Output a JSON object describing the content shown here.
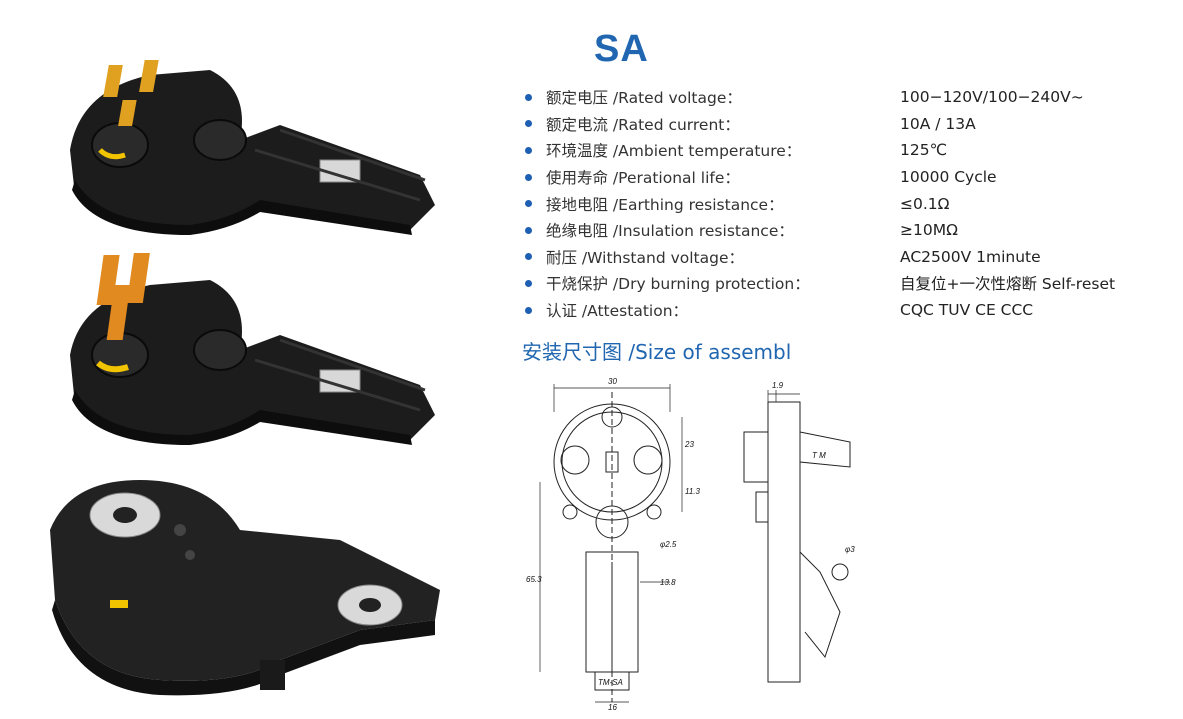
{
  "title": "SA",
  "specs": [
    {
      "label": "额定电压 /Rated voltage：",
      "value": "100−120V/100−240V~"
    },
    {
      "label": "额定电流 /Rated current：",
      "value": "10A / 13A"
    },
    {
      "label": "环境温度 /Ambient temperature：",
      "value": "125℃"
    },
    {
      "label": "使用寿命 /Perational life：",
      "value": "10000 Cycle"
    },
    {
      "label": "接地电阻 /Earthing resistance：",
      "value": "≤0.1Ω"
    },
    {
      "label": "绝缘电阻 /Insulation resistance：",
      "value": "≥10MΩ"
    },
    {
      "label": "耐压 /Withstand voltage：",
      "value": "AC2500V  1minute"
    },
    {
      "label": "干烧保护 /Dry burning protection：",
      "value": "自复位+一次性熔断 Self-reset"
    },
    {
      "label": "认证 /Attestation：",
      "value": "CQC TUV CE CCC"
    }
  ],
  "subtitle": "安装尺寸图 /Size of assembl",
  "drawing": {
    "dim_width": "30",
    "dim_side": "1.9",
    "dim_23": "23",
    "dim_11_3": "11.3",
    "dim_hole": "φ2.5",
    "dim_height": "65.3",
    "dim_13_8": "13.8",
    "dim_16": "16",
    "dim_phi3": "φ3",
    "marking": "TM-SA",
    "side_marking": "T M"
  },
  "colors": {
    "accent": "#2066b0",
    "bullet": "#1f5fb3",
    "terminal": "#e0a020",
    "dot": "#f2c400"
  }
}
